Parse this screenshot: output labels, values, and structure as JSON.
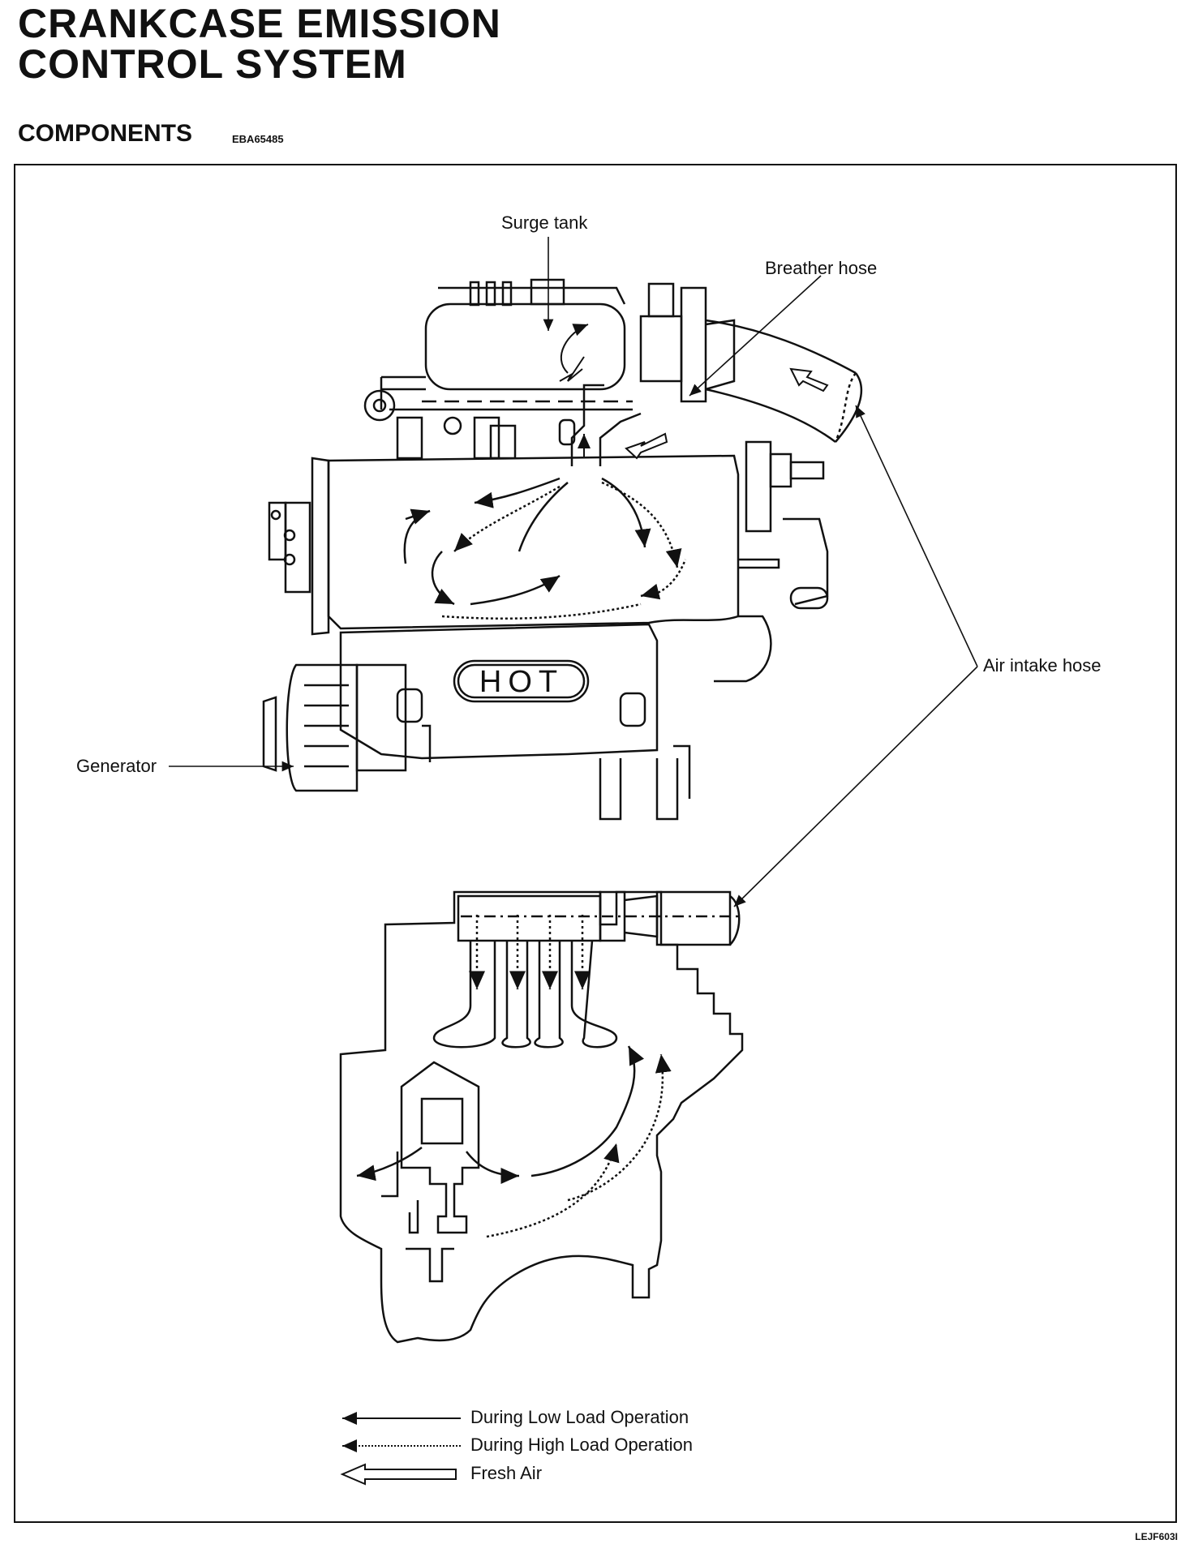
{
  "document": {
    "title": "CRANKCASE EMISSION\nCONTROL SYSTEM",
    "section": "COMPONENTS",
    "section_code": "EBA65485",
    "figure_code": "LEJF603I"
  },
  "labels": {
    "surge_tank": "Surge tank",
    "breather_hose": "Breather hose",
    "air_intake_hose": "Air intake hose",
    "generator": "Generator",
    "hot_plate": "HOT"
  },
  "legend": {
    "low_load": "During Low Load Operation",
    "high_load": "During High Load Operation",
    "fresh_air": "Fresh Air"
  }
}
